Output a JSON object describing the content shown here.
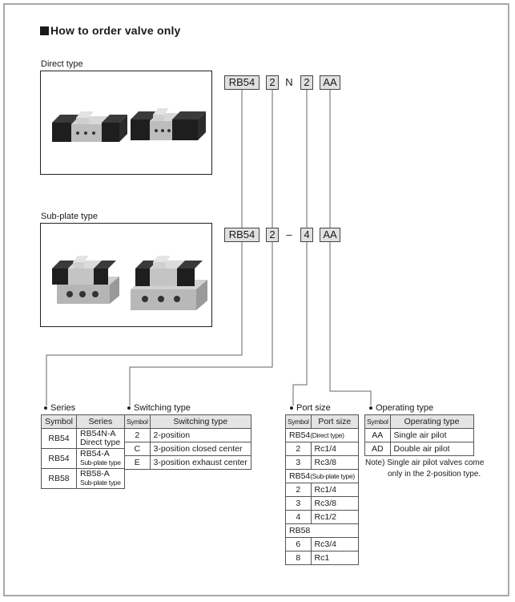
{
  "title": "How to order valve only",
  "direct": {
    "label": "Direct type",
    "code": {
      "series": "RB54",
      "switching": "2",
      "mid": "N",
      "port": "2",
      "operating": "AA"
    }
  },
  "subplate": {
    "label": "Sub-plate type",
    "code": {
      "series": "RB54",
      "switching": "2",
      "mid": "–",
      "port": "4",
      "operating": "AA"
    }
  },
  "series_table": {
    "heading": "Series",
    "cols": [
      "Symbol",
      "Series"
    ],
    "rows": [
      {
        "symbol": "RB54",
        "name": "RB54N-A",
        "sub": "Direct type"
      },
      {
        "symbol": "RB54",
        "name": "RB54-A",
        "sub": "Sub-plate type"
      },
      {
        "symbol": "RB58",
        "name": "RB58-A",
        "sub": "Sub-plate type"
      }
    ]
  },
  "switching_table": {
    "heading": "Switching type",
    "cols": [
      "Symbol",
      "Switching type"
    ],
    "rows": [
      {
        "symbol": "2",
        "desc": "2-position"
      },
      {
        "symbol": "C",
        "desc": "3-position closed center"
      },
      {
        "symbol": "E",
        "desc": "3-position exhaust center"
      }
    ]
  },
  "port_table": {
    "heading": "Port size",
    "cols": [
      "Symbol",
      "Port size"
    ],
    "groups": [
      {
        "name": "RB54",
        "sub": "(Direct type)",
        "rows": [
          {
            "symbol": "2",
            "size": "Rc1/4"
          },
          {
            "symbol": "3",
            "size": "Rc3/8"
          }
        ]
      },
      {
        "name": "RB54",
        "sub": "(Sub-plate type)",
        "rows": [
          {
            "symbol": "2",
            "size": "Rc1/4"
          },
          {
            "symbol": "3",
            "size": "Rc3/8"
          },
          {
            "symbol": "4",
            "size": "Rc1/2"
          }
        ]
      },
      {
        "name": "RB58",
        "sub": "",
        "rows": [
          {
            "symbol": "6",
            "size": "Rc3/4"
          },
          {
            "symbol": "8",
            "size": "Rc1"
          }
        ]
      }
    ]
  },
  "operating_table": {
    "heading": "Operating type",
    "cols": [
      "Symbol",
      "Operating type"
    ],
    "rows": [
      {
        "symbol": "AA",
        "desc": "Single air pilot"
      },
      {
        "symbol": "AD",
        "desc": "Double air pilot"
      }
    ],
    "note_prefix": "Note)",
    "note_line1": "Single air pilot valves come",
    "note_line2": "only in the 2-position type."
  },
  "colors": {
    "box_fill": "#e0e0e0",
    "line": "#666666",
    "frame": "#a8a8a8"
  }
}
